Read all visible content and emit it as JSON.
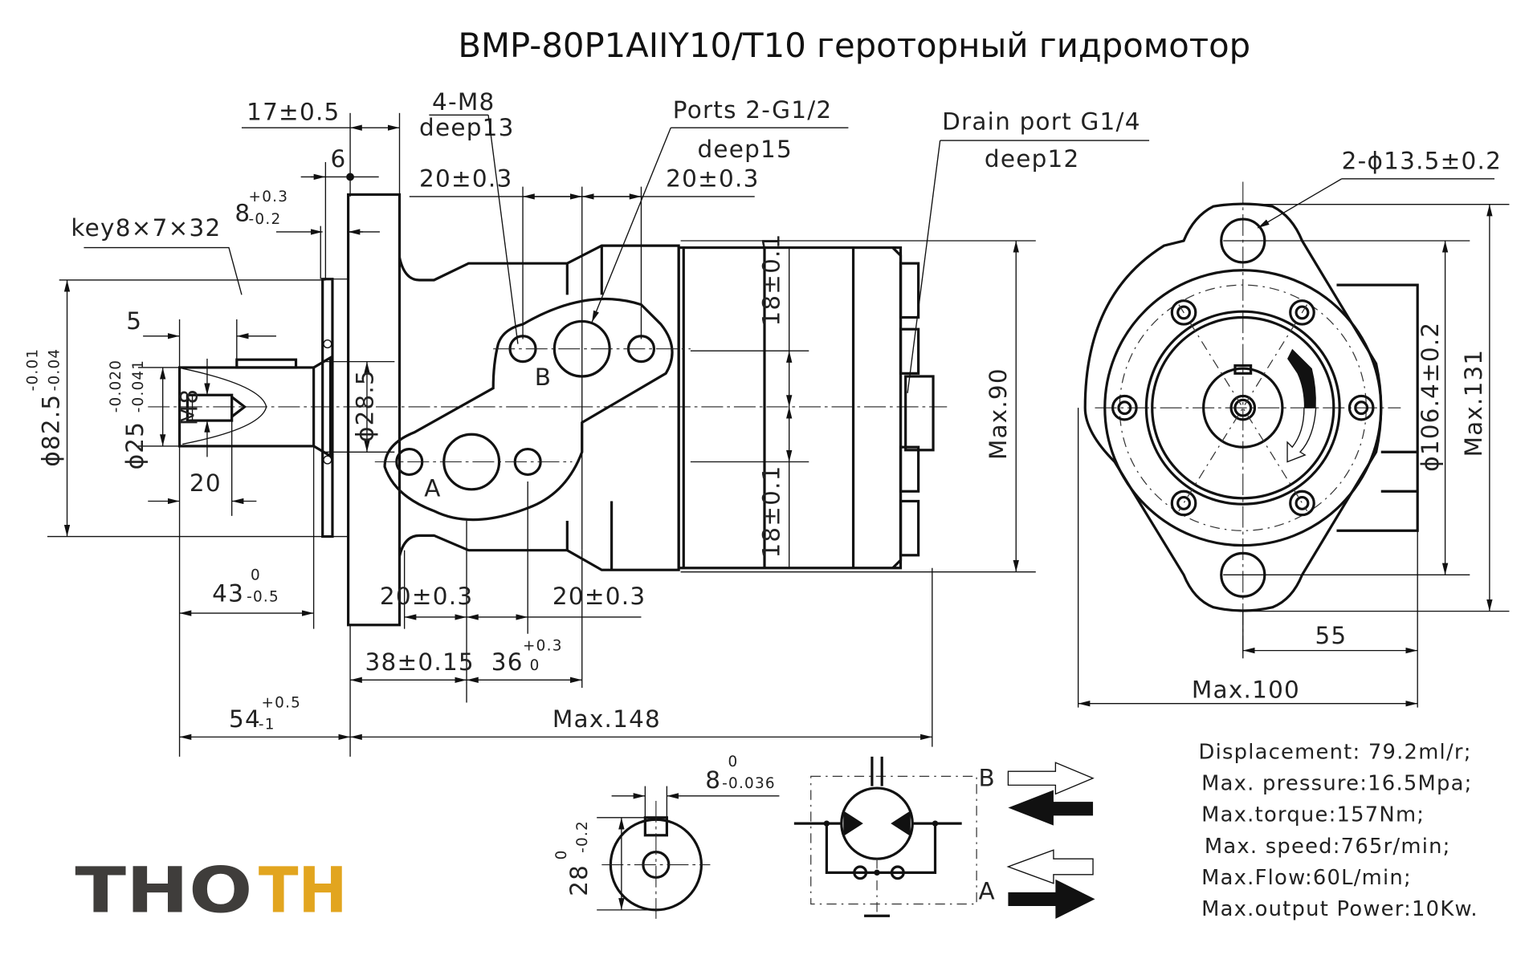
{
  "title": "BMP-80P1AIIY10/T10 героторный гидромотор",
  "logo": {
    "left": "THO",
    "right": "TH",
    "colors": {
      "dark": "#3f3d3b",
      "gold": "#e2a51f"
    }
  },
  "side_view": {
    "dim_17": "17±0.5",
    "dim_6": "6",
    "dim_8_base": "8",
    "dim_8_upper": "+0.3",
    "dim_8_lower": "-0.2",
    "key_label": "key8×7×32",
    "dim_5": "5",
    "dim_82_base": "ϕ82.5",
    "dim_82_upper": "-0.01",
    "dim_82_lower": "-0.04",
    "dim_25_base": "ϕ25",
    "dim_25_upper": "-0.020",
    "dim_25_lower": "-0.041",
    "dim_m8": "M8",
    "dim_20": "20",
    "dim_28_5": "ϕ28.5",
    "m8_holes_top": "4-M8",
    "m8_holes_bottom": "deep13",
    "ports_top": "Ports 2-G1/2",
    "ports_bottom": "deep15",
    "dim_20_left_top": "20±0.3",
    "dim_20_right_top": "20±0.3",
    "port_b": "B",
    "port_a": "A",
    "drain_top": "Drain port G1/4",
    "drain_bottom": "deep12",
    "dim_18_upper": "18±0.1",
    "dim_18_lower": "18±0.1",
    "dim_max90": "Max.90",
    "dim_43_base": "43",
    "dim_43_upper": "0",
    "dim_43_lower": "-0.5",
    "dim_20_left_bottom": "20±0.3",
    "dim_20_right_bottom": "20±0.3",
    "dim_38": "38±0.15",
    "dim_36_base": "36",
    "dim_36_upper": "+0.3",
    "dim_36_lower": "0",
    "dim_54_base": "54",
    "dim_54_upper": "+0.5",
    "dim_54_lower": "-1",
    "dim_max148": "Max.148"
  },
  "front_view": {
    "holes_label": "2-ϕ13.5±0.2",
    "dim_106": "ϕ106.4±0.2",
    "dim_max131": "Max.131",
    "dim_55": "55",
    "dim_max100": "Max.100"
  },
  "shaft_section": {
    "dim_8_base": "8",
    "dim_8_upper": "0",
    "dim_8_lower": "-0.036",
    "dim_28_base": "28",
    "dim_28_upper": "0",
    "dim_28_lower": "-0.2"
  },
  "hydraulic_symbol": {
    "port_b": "B",
    "port_a": "A"
  },
  "specs": [
    "Displacement: 79.2ml/r;",
    "Max. pressure:16.5Mpa;",
    "Max.torque:157Nm;",
    "Max. speed:765r/min;",
    "Max.Flow:60L/min;",
    "Max.output Power:10Kw."
  ]
}
